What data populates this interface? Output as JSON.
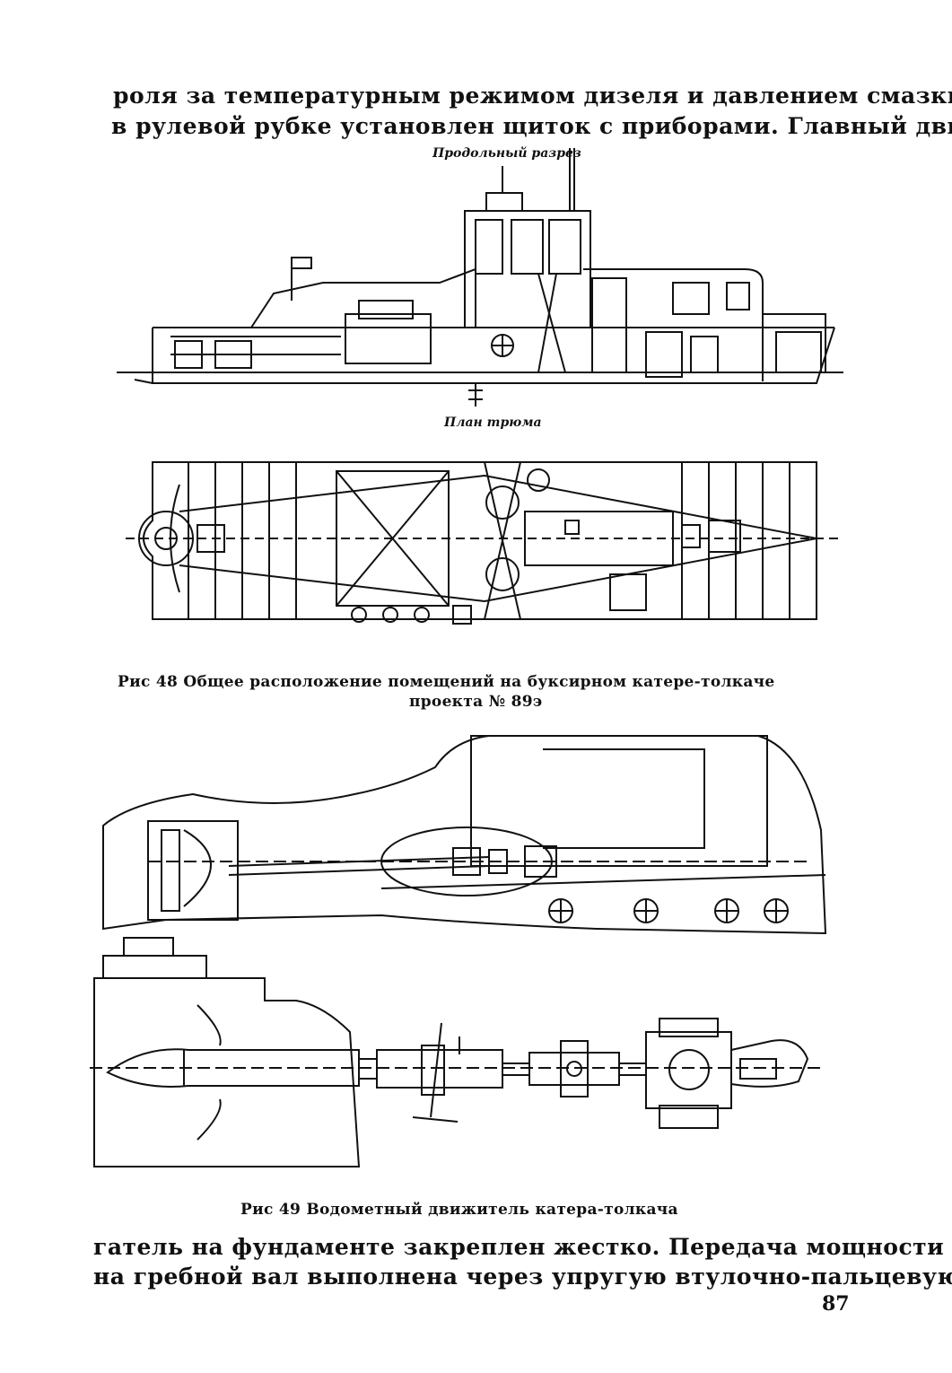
{
  "page": {
    "text_top": [
      "роля за температурным режимом дизеля и давлением смазки",
      "в рулевой рубке установлен щиток с приборами. Главный дви-"
    ],
    "text_bottom": [
      "гатель на фундаменте закреплен жестко. Передача мощности",
      "на гребной вал выполнена через упругую втулочно-пальцевую"
    ],
    "page_number": "87"
  },
  "figure48": {
    "label_section": "Продольный разрез",
    "label_plan": "План трюма",
    "caption_line1": "Рис  48  Общее расположение помещений на буксирном катере-толкаче",
    "caption_line2": "проекта № 89э"
  },
  "figure49": {
    "caption": "Рис  49  Водометный движитель катера-толкача"
  }
}
